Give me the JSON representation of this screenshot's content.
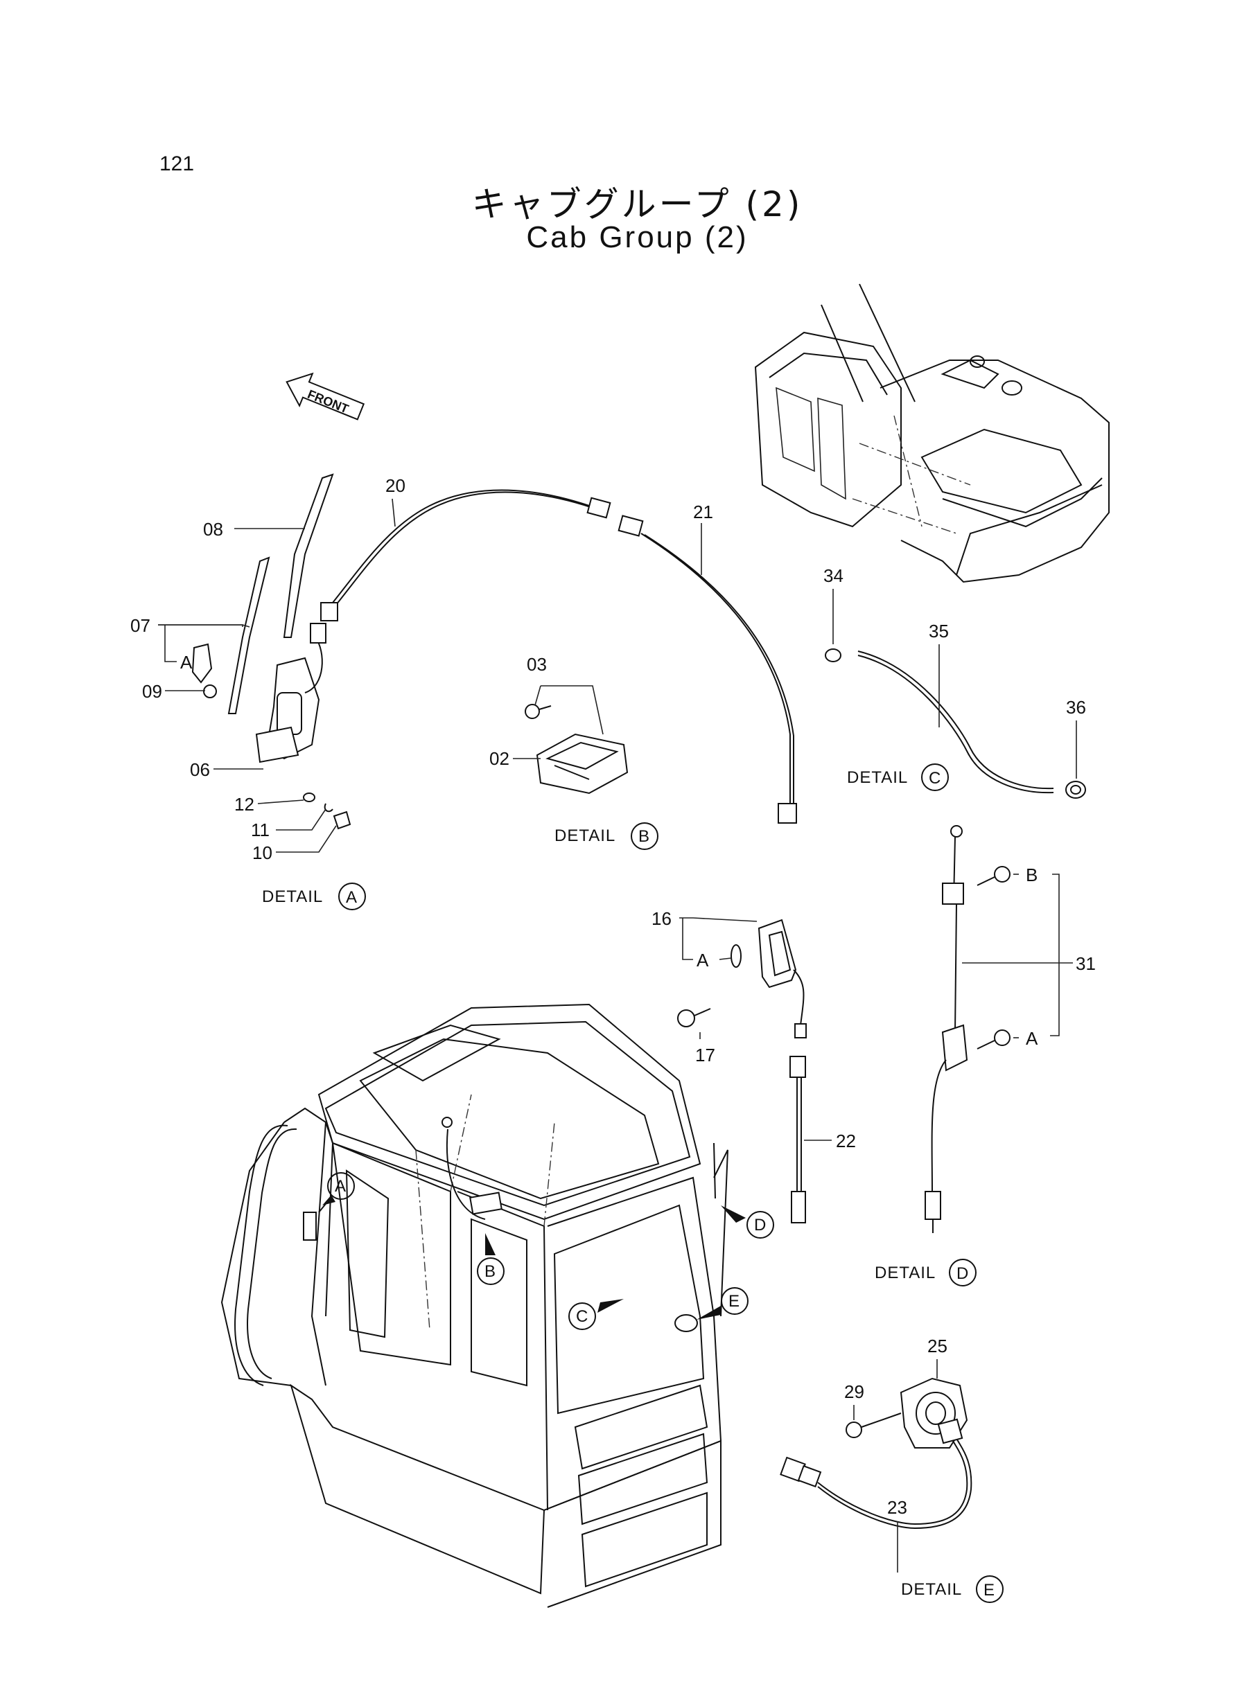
{
  "page_number": "121",
  "title_jp": "キャブグループ (2)",
  "title_en": "Cab Group (2)",
  "front_label": "FRONT",
  "details": {
    "A": {
      "prefix": "DETAIL",
      "letter": "A"
    },
    "B": {
      "prefix": "DETAIL",
      "letter": "B"
    },
    "C": {
      "prefix": "DETAIL",
      "letter": "C"
    },
    "D": {
      "prefix": "DETAIL",
      "letter": "D"
    },
    "E": {
      "prefix": "DETAIL",
      "letter": "E"
    }
  },
  "callouts": {
    "p02": "02",
    "p03": "03",
    "p06": "06",
    "p07": "07",
    "p08": "08",
    "p09": "09",
    "p10": "10",
    "p11": "11",
    "p12": "12",
    "p16": "16",
    "p17": "17",
    "p20": "20",
    "p21": "21",
    "p22": "22",
    "p23": "23",
    "p25": "25",
    "p29": "29",
    "p31": "31",
    "p34": "34",
    "p35": "35",
    "p36": "36"
  },
  "sub_labels": {
    "a": "A",
    "b": "B"
  },
  "cab_markers": [
    "A",
    "B",
    "C",
    "D",
    "E"
  ]
}
